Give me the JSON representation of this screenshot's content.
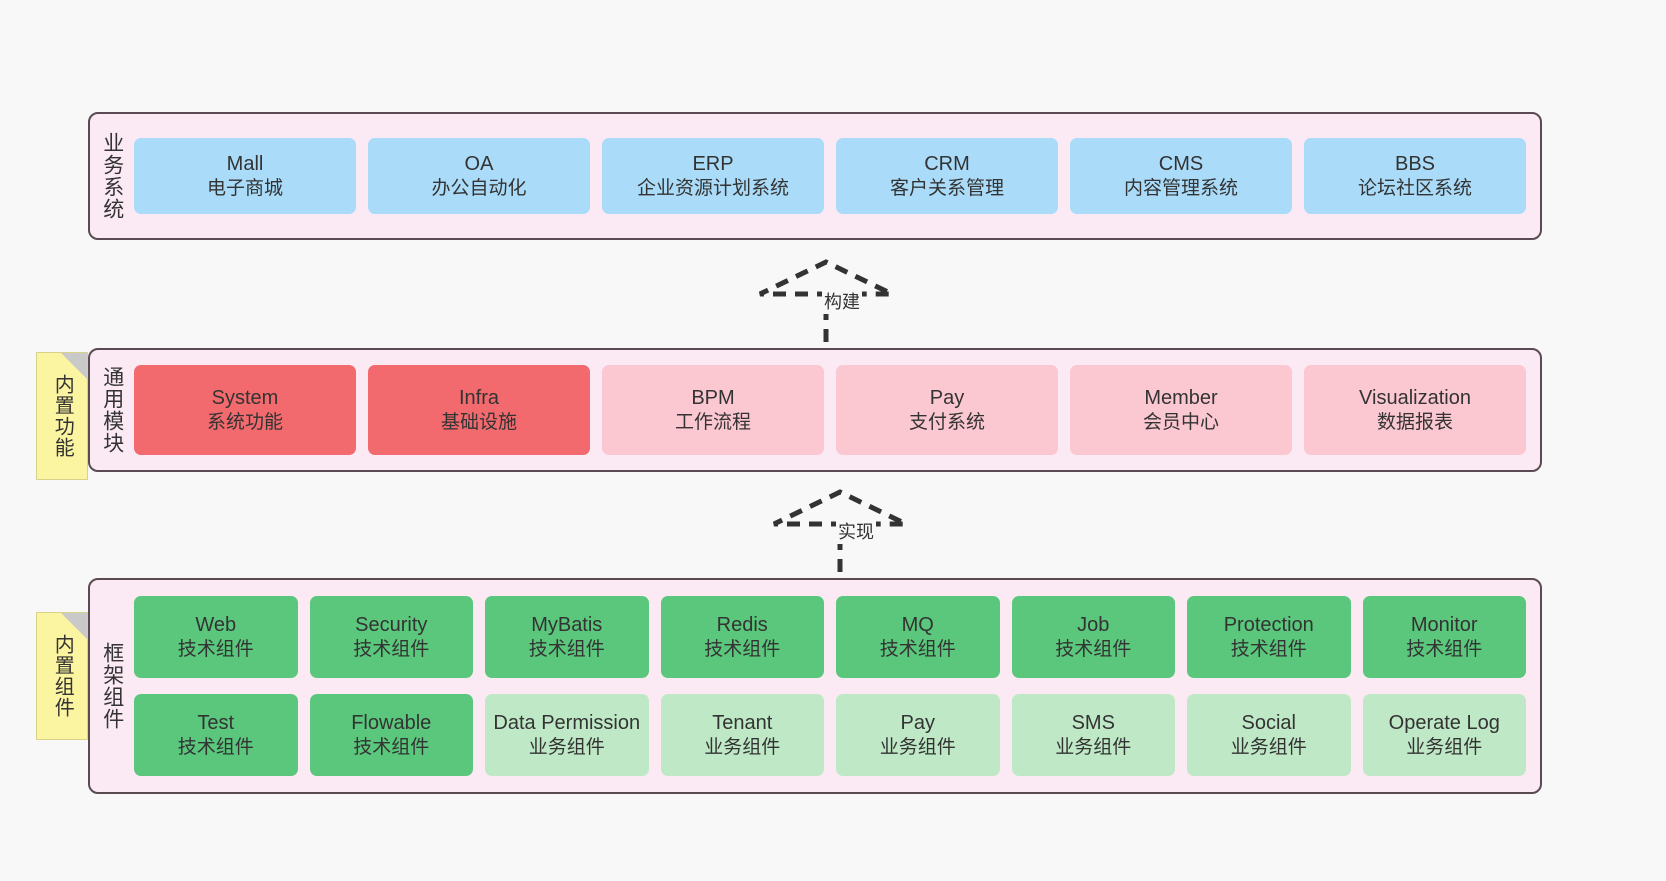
{
  "layers": [
    {
      "id": "business-systems",
      "title": "业务系统",
      "rows": [
        {
          "cards": [
            {
              "name": "Mall",
              "desc": "电子商城",
              "style": "biz"
            },
            {
              "name": "OA",
              "desc": "办公自动化",
              "style": "biz"
            },
            {
              "name": "ERP",
              "desc": "企业资源计划系统",
              "style": "biz"
            },
            {
              "name": "CRM",
              "desc": "客户关系管理",
              "style": "biz"
            },
            {
              "name": "CMS",
              "desc": "内容管理系统",
              "style": "biz"
            },
            {
              "name": "BBS",
              "desc": "论坛社区系统",
              "style": "biz"
            }
          ]
        }
      ]
    },
    {
      "id": "common-modules",
      "title": "通用模块",
      "tag": "内置功能",
      "rows": [
        {
          "cards": [
            {
              "name": "System",
              "desc": "系统功能",
              "style": "mod"
            },
            {
              "name": "Infra",
              "desc": "基础设施",
              "style": "mod"
            },
            {
              "name": "BPM",
              "desc": "工作流程",
              "style": "mod soft"
            },
            {
              "name": "Pay",
              "desc": "支付系统",
              "style": "mod soft"
            },
            {
              "name": "Member",
              "desc": "会员中心",
              "style": "mod soft"
            },
            {
              "name": "Visualization",
              "desc": "数据报表",
              "style": "mod soft"
            }
          ]
        }
      ]
    },
    {
      "id": "framework-components",
      "title": "框架组件",
      "tag": "内置组件",
      "rows": [
        {
          "cards": [
            {
              "name": "Web",
              "desc": "技术组件",
              "style": "comp"
            },
            {
              "name": "Security",
              "desc": "技术组件",
              "style": "comp"
            },
            {
              "name": "MyBatis",
              "desc": "技术组件",
              "style": "comp"
            },
            {
              "name": "Redis",
              "desc": "技术组件",
              "style": "comp"
            },
            {
              "name": "MQ",
              "desc": "技术组件",
              "style": "comp"
            },
            {
              "name": "Job",
              "desc": "技术组件",
              "style": "comp"
            },
            {
              "name": "Protection",
              "desc": "技术组件",
              "style": "comp"
            },
            {
              "name": "Monitor",
              "desc": "技术组件",
              "style": "comp"
            }
          ]
        },
        {
          "cards": [
            {
              "name": "Test",
              "desc": "技术组件",
              "style": "comp"
            },
            {
              "name": "Flowable",
              "desc": "技术组件",
              "style": "comp"
            },
            {
              "name": "Data Permission",
              "desc": "业务组件",
              "style": "comp soft"
            },
            {
              "name": "Tenant",
              "desc": "业务组件",
              "style": "comp soft"
            },
            {
              "name": "Pay",
              "desc": "业务组件",
              "style": "comp soft"
            },
            {
              "name": "SMS",
              "desc": "业务组件",
              "style": "comp soft"
            },
            {
              "name": "Social",
              "desc": "业务组件",
              "style": "comp soft"
            },
            {
              "name": "Operate Log",
              "desc": "业务组件",
              "style": "comp soft"
            }
          ]
        }
      ]
    }
  ],
  "connectors": [
    {
      "id": "build",
      "label": "构建"
    },
    {
      "id": "implement",
      "label": "实现"
    }
  ],
  "colors": {
    "canvas_bg": "#f8f8f8",
    "layer_bg": "#fbeaf4",
    "layer_border": "#5a4a52",
    "business_card": "#aadcfa",
    "module_card_strong": "#f26a6e",
    "module_card_soft": "#fbc7d1",
    "component_card_strong": "#5ac77c",
    "component_card_soft": "#bfe9c6",
    "tag_bg": "#fbf5a2",
    "arrow": "#333333"
  }
}
